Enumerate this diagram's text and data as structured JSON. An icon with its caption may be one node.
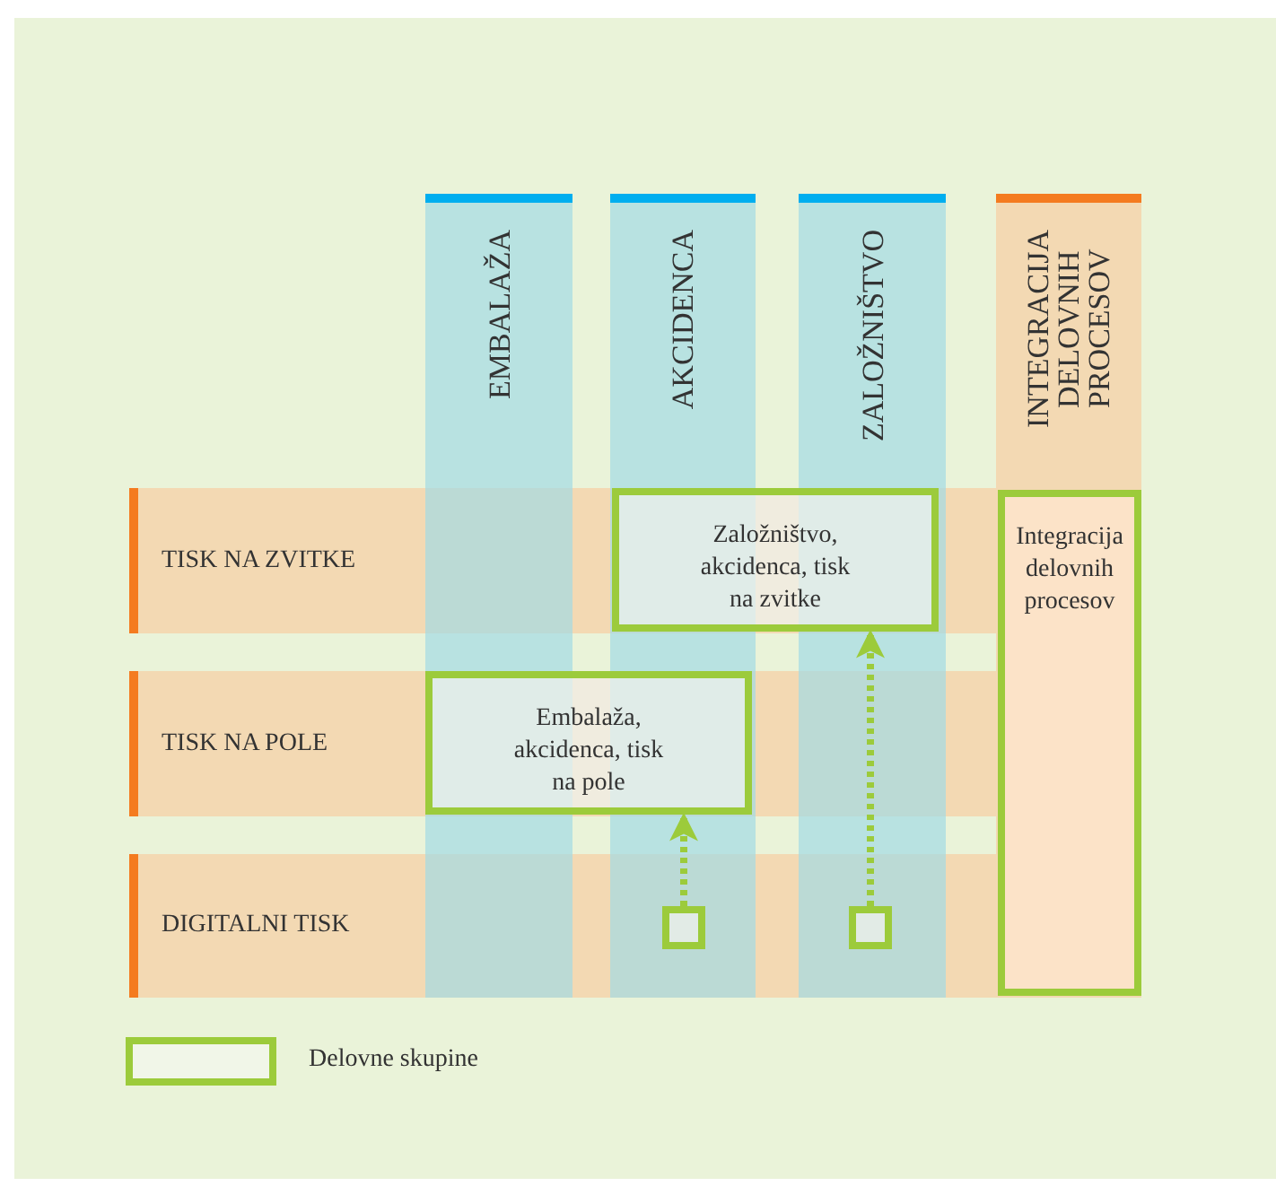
{
  "diagram": {
    "nodes": [
      {
        "text": [
          "EMBALAŽA"
        ]
      },
      {
        "text": [
          "AKCIDENCA"
        ]
      },
      {
        "text": [
          "ZALOŽNIŠTVO"
        ]
      },
      {
        "text": [
          "INTEGRACIJA DELOVNIH PROCESOV"
        ]
      },
      {
        "text": [
          "TISK NA ZVITKE"
        ]
      },
      {
        "text": [
          "TISK NA POLE"
        ]
      },
      {
        "text": [
          "DIGITALNI TISK"
        ]
      },
      {
        "text": [
          "Založništvo, akcidenca, tisk na zvitke"
        ]
      },
      {
        "text": [
          "Embalaža, akcidenca, tisk na pole"
        ]
      },
      {
        "text": [
          "Integracija delovnih procesov"
        ]
      },
      {
        "text": [],
        "shape": "box"
      },
      {
        "text": [],
        "shape": "box"
      }
    ],
    "edges": [
      {
        "from": 10,
        "to": 8,
        "arrow": "to",
        "style": "dashed"
      },
      {
        "from": 11,
        "to": 7,
        "arrow": "to",
        "style": "dashed"
      }
    ],
    "legend": [
      {
        "text": "Delovne skupine"
      }
    ]
  }
}
